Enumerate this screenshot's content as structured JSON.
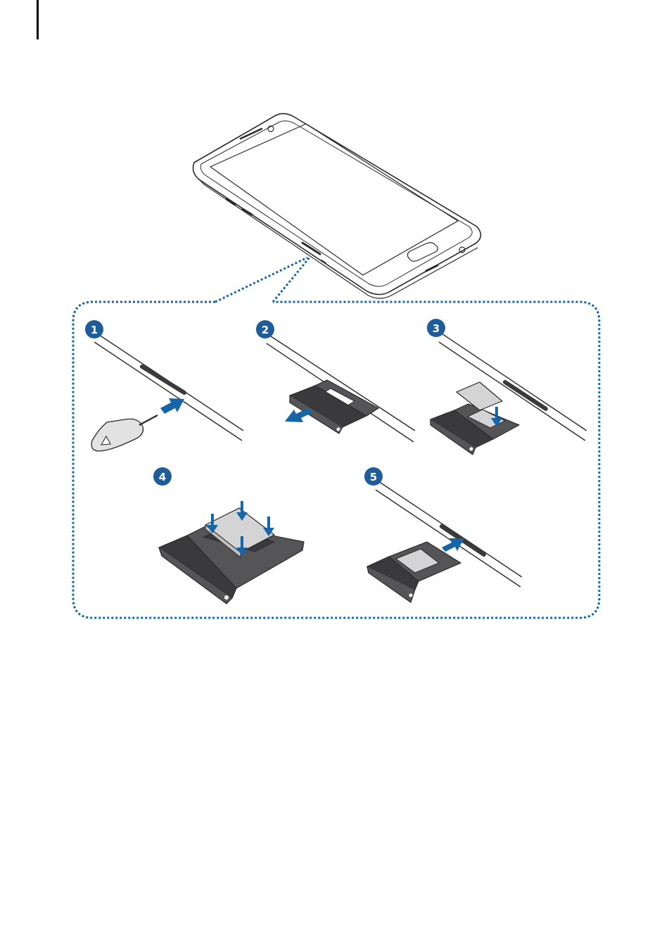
{
  "colors": {
    "accent": "#1565a8",
    "badge": "#1f5c9a",
    "line": "#2a2a2a",
    "tray": "#555558",
    "tray_dark": "#3a3a3c",
    "card": "#d4d4d4",
    "pin": "#e2e2e2"
  },
  "steps": [
    {
      "number": "1",
      "action": "insert-ejection-pin"
    },
    {
      "number": "2",
      "action": "pull-out-tray"
    },
    {
      "number": "3",
      "action": "place-card-in-tray"
    },
    {
      "number": "4",
      "action": "press-card-into-tray"
    },
    {
      "number": "5",
      "action": "insert-tray-into-slot"
    }
  ]
}
